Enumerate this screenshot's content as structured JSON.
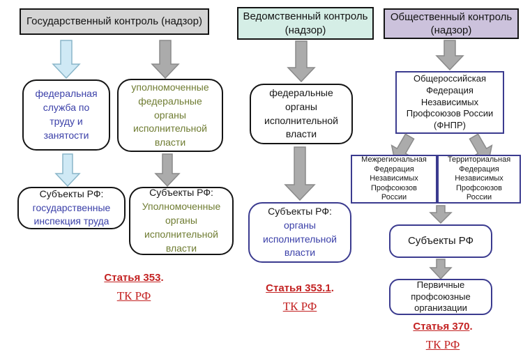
{
  "colors": {
    "header_gray_bg": "#d4d4d4",
    "header_mint_bg": "#d5eee6",
    "header_lavender_bg": "#ccc2dc",
    "box_border_black": "#141414",
    "box_border_navy": "#3b3b8f",
    "arrow_blue_fill": "#cfe9f5",
    "arrow_blue_stroke": "#8ab6c9",
    "arrow_gray_fill": "#ababab",
    "arrow_gray_stroke": "#8a8a8a",
    "text_blue": "#3a3fa8",
    "text_olive": "#6f7c32",
    "text_red": "#c32222"
  },
  "columns": {
    "state": {
      "header": "Государственный контроль (надзор)",
      "federal_service": "федеральная\nслужба по\nтруду и\nзанятости",
      "authorized_bodies": "уполномоченные\nфедеральные\nорганы\nисполнительной\nвласти",
      "subjects_left": {
        "title": "Субъекты РФ:",
        "body": "государственные\nинспекция труда"
      },
      "subjects_right": {
        "title": "Субъекты РФ:",
        "body": "Уполномоченные\nорганы\nисполнительной\nвласти"
      },
      "article": {
        "label": "Статья 353",
        "dot": ".",
        "code": "ТК РФ"
      }
    },
    "departmental": {
      "header": "Ведомственный контроль\n(надзор)",
      "federal_bodies": "федеральные\nорганы\nисполнительной\nвласти",
      "subjects": {
        "title": "Субъекты РФ:",
        "body": "органы\nисполнительной\nвласти"
      },
      "article": {
        "label": "Статья 353.1",
        "dot": ".",
        "code": "ТК РФ"
      }
    },
    "public": {
      "header": "Общественный контроль\n(надзор)",
      "fnpr": "Общероссийская\nФедерация\nНезависимых\nПрофсоюзов России\n(ФНПР)",
      "interregional": "Межрегиональная\nФедерация\nНезависимых\nПрофсоюзов\nРоссии",
      "territorial": "Территориальная\nФедерация\nНезависимых\nПрофсоюзов\nРоссии",
      "subjects": "Субъекты РФ",
      "primary_orgs": "Первичные\nпрофсоюзные\nорганизации",
      "article": {
        "label": "Статья 370",
        "dot": ".",
        "code": "ТК РФ"
      }
    }
  }
}
